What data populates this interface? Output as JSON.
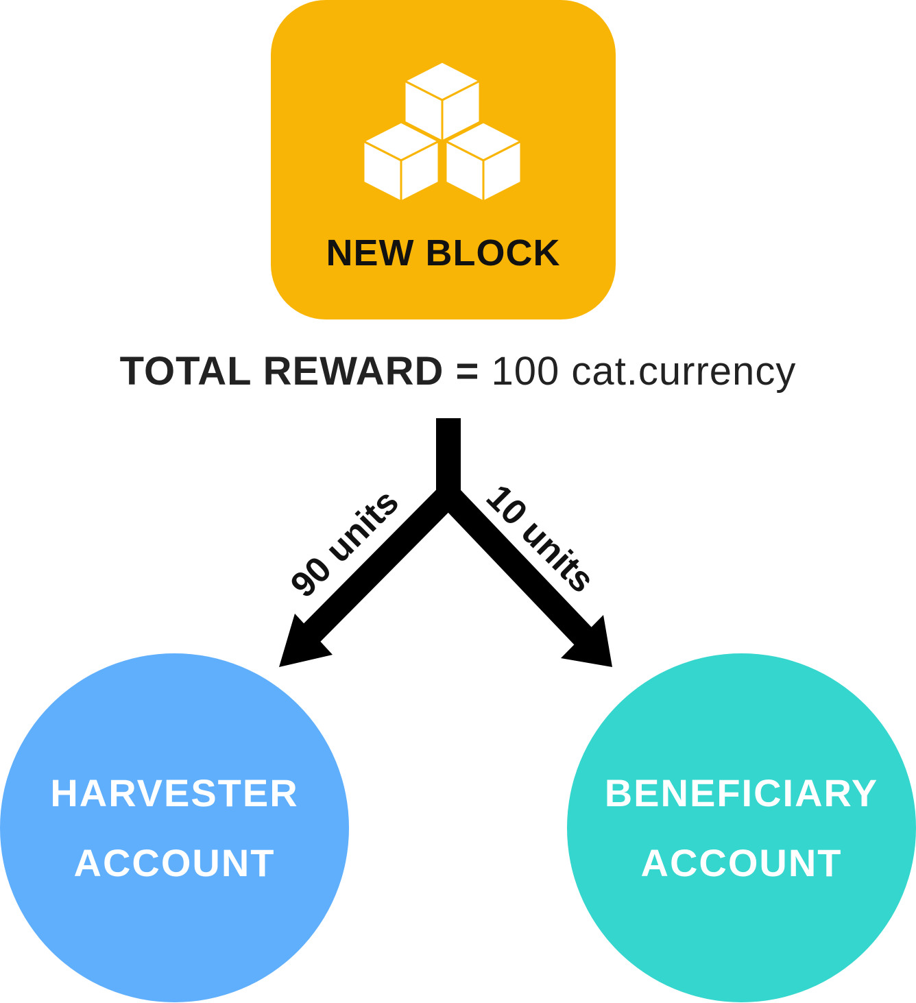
{
  "block": {
    "label": "NEW BLOCK",
    "icon": "stacked-cubes-icon",
    "color": "#F9B506"
  },
  "reward": {
    "lead": "TOTAL REWARD =",
    "amount": "100 cat.currency"
  },
  "split": {
    "left_label": "90 units",
    "right_label": "10 units"
  },
  "harvester": {
    "line1": "HARVESTER",
    "line2": "ACCOUNT",
    "color": "#60AFFD"
  },
  "beneficiary": {
    "line1": "BENEFICIARY",
    "line2": "ACCOUNT",
    "color": "#34D6CD"
  }
}
